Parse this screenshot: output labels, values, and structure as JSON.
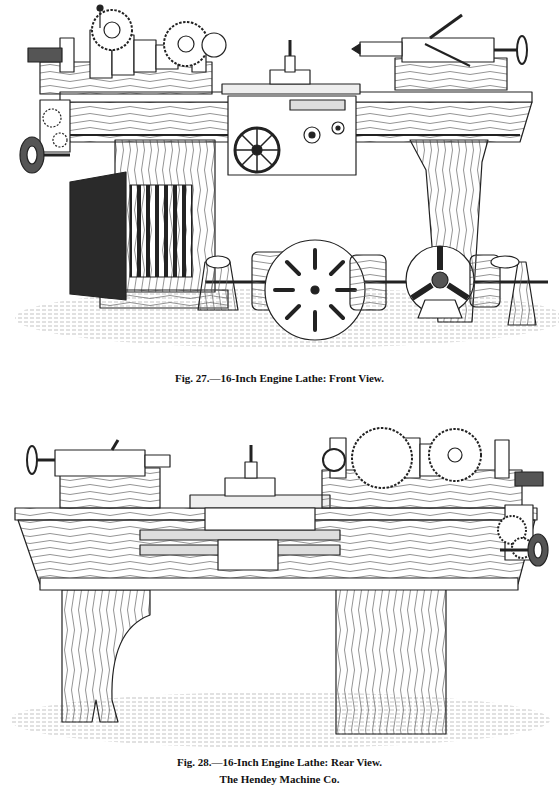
{
  "diagram": {
    "labels": [
      "Fig. 27.—16-Inch Engine Lathe: Front View.",
      "Fig. 28.—16-Inch Engine Lathe: Rear View.",
      "The Hendey Machine Co."
    ]
  }
}
